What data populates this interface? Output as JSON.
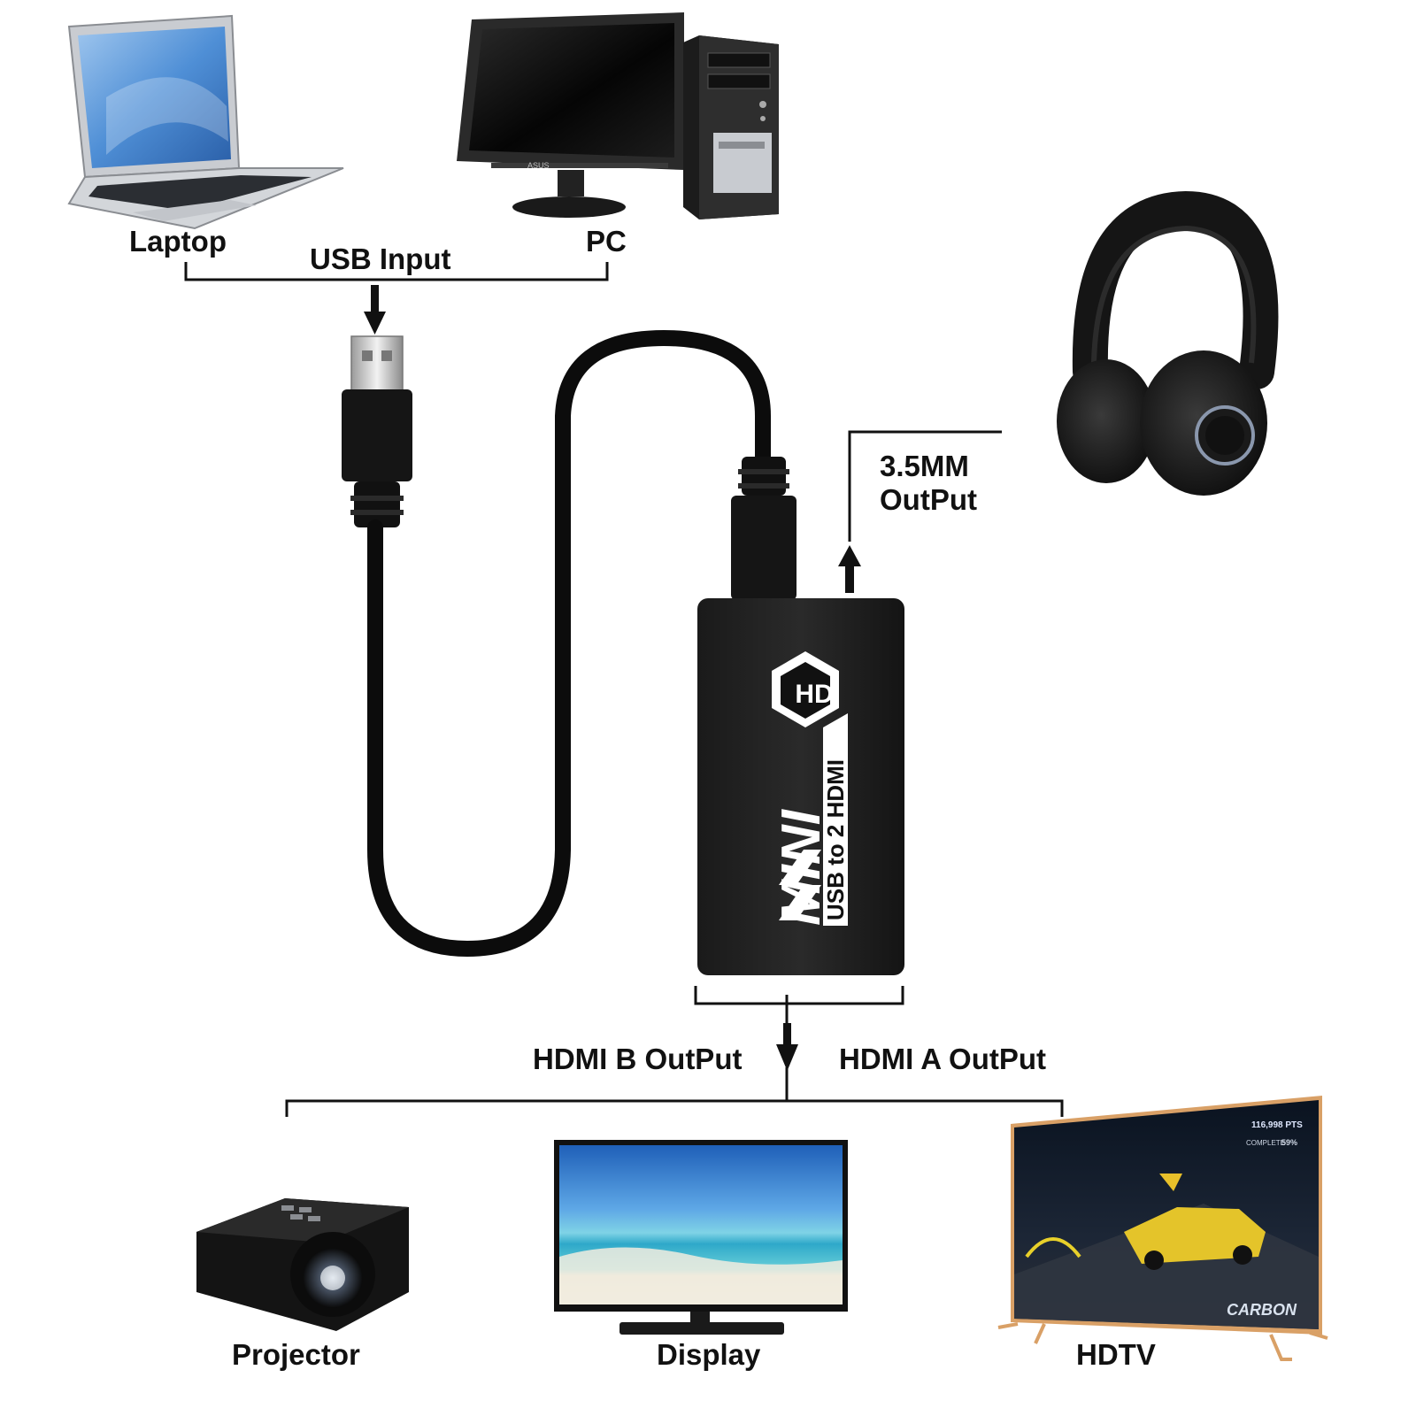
{
  "sources": {
    "laptop": "Laptop",
    "pc": "PC",
    "input": "USB Input"
  },
  "pc_brand": "ASUS",
  "audio": {
    "line1": "3.5MM",
    "line2": "OutPut"
  },
  "adapter": {
    "logo": "HD",
    "brand": "MINI",
    "model": "USB to 2 HDMI"
  },
  "outputs": {
    "hdmi_b": "HDMI B OutPut",
    "hdmi_a": "HDMI A OutPut"
  },
  "devices": {
    "projector": "Projector",
    "display": "Display",
    "hdtv": "HDTV"
  },
  "hdtv_screen": {
    "points": "116,998 PTS",
    "complete": "COMPLETE",
    "percent": "59%",
    "title": "CARBON"
  },
  "colors": {
    "line": "#111111",
    "device_black": "#111111",
    "silver": "#c8cbd0",
    "wood": "#d9a066"
  }
}
